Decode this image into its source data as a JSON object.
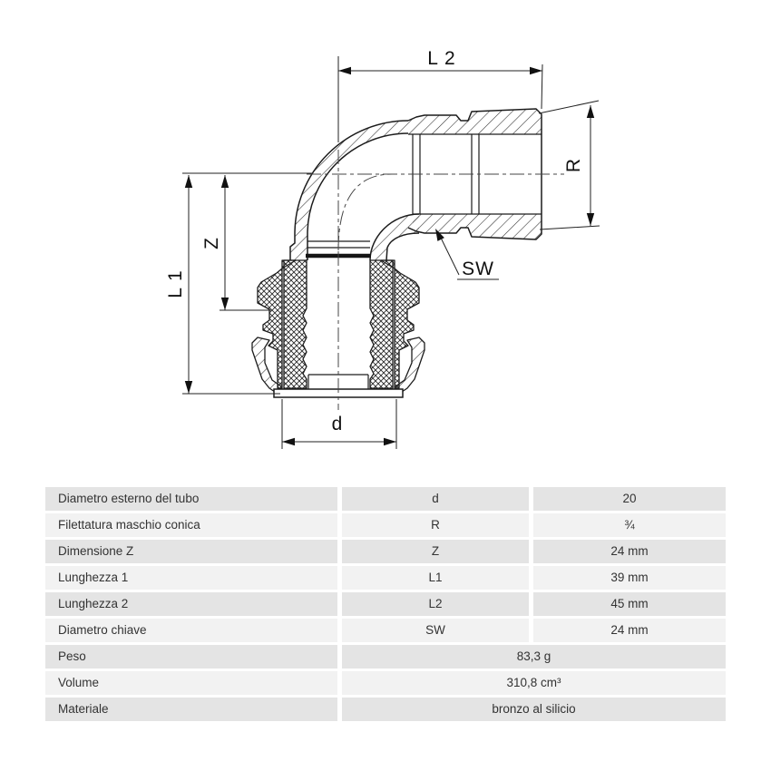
{
  "drawing": {
    "labels": {
      "l2": "L 2",
      "r": "R",
      "z": "Z",
      "l1": "L 1",
      "sw": "SW",
      "d": "d"
    }
  },
  "table": {
    "colors": {
      "row_dark": "#e4e4e4",
      "row_light": "#f2f2f2",
      "text": "#333333"
    },
    "rows": [
      {
        "label": "Diametro esterno del tubo",
        "symbol": "d",
        "value": "20",
        "span": false
      },
      {
        "label": "Filettatura maschio conica",
        "symbol": "R",
        "value": "¾",
        "span": false
      },
      {
        "label": "Dimensione Z",
        "symbol": "Z",
        "value": "24 mm",
        "span": false
      },
      {
        "label": "Lunghezza 1",
        "symbol": "L1",
        "value": "39 mm",
        "span": false
      },
      {
        "label": "Lunghezza 2",
        "symbol": "L2",
        "value": "45 mm",
        "span": false
      },
      {
        "label": "Diametro chiave",
        "symbol": "SW",
        "value": "24 mm",
        "span": false
      },
      {
        "label": "Peso",
        "symbol": "",
        "value": "83,3 g",
        "span": true
      },
      {
        "label": "Volume",
        "symbol": "",
        "value": "310,8 cm³",
        "span": true
      },
      {
        "label": "Materiale",
        "symbol": "",
        "value": "bronzo al silicio",
        "span": true
      }
    ]
  }
}
